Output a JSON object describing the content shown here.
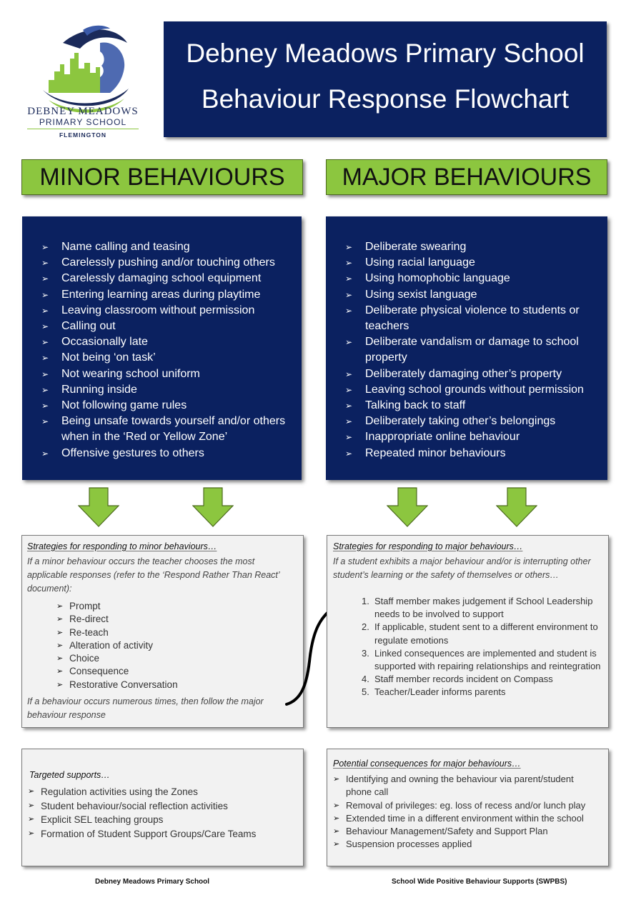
{
  "logo": {
    "line1": "DEBNEY MEADOWS",
    "line2": "PRIMARY SCHOOL",
    "line3": "FLEMINGTON"
  },
  "title": {
    "line1": "Debney Meadows Primary School",
    "line2": "Behaviour Response Flowchart"
  },
  "minor": {
    "heading": "MINOR BEHAVIOURS",
    "items": [
      "Name calling and teasing",
      "Carelessly pushing and/or touching others",
      "Carelessly damaging school equipment",
      "Entering learning areas during playtime",
      "Leaving classroom without permission",
      "Calling out",
      "Occasionally late",
      "Not being ‘on task’",
      "Not wearing school uniform",
      "Running inside",
      "Not following game rules",
      "Being unsafe towards yourself and/or others when in the ‘Red or Yellow Zone’",
      "Offensive gestures to others"
    ]
  },
  "major": {
    "heading": "MAJOR BEHAVIOURS",
    "items": [
      "Deliberate swearing",
      "Using racial language",
      "Using homophobic language",
      "Using sexist language",
      "Deliberate physical violence to students or teachers",
      "Deliberate vandalism or damage to school property",
      "Deliberately damaging other’s property",
      "Leaving school grounds without permission",
      "Talking back to staff",
      "Deliberately taking other’s belongings",
      "Inappropriate online behaviour",
      "Repeated minor behaviours"
    ]
  },
  "minor_strategies": {
    "title": "Strategies for responding to minor behaviours…",
    "intro": "If a minor behaviour occurs the teacher chooses the most applicable responses (refer to the ‘Respond Rather Than React’ document):",
    "items": [
      "Prompt",
      "Re-direct",
      "Re-teach",
      "Alteration of activity",
      "Choice",
      "Consequence",
      "Restorative Conversation"
    ],
    "outro": "If a behaviour occurs numerous times, then follow the major behaviour response"
  },
  "major_strategies": {
    "title": "Strategies for responding to major behaviours…",
    "intro": "If a student exhibits a major behaviour and/or is interrupting other student’s learning or the safety of themselves or others…",
    "items": [
      {
        "num": "1.",
        "text": "Staff member makes judgement if School Leadership needs to be involved to support"
      },
      {
        "num": "2.",
        "text": "If applicable, student sent to a different environment to regulate emotions"
      },
      {
        "num": "3.",
        "text": "Linked consequences are implemented and student is supported with repairing relationships and reintegration"
      },
      {
        "num": "4.",
        "text": "Staff member records incident on Compass"
      },
      {
        "num": "5.",
        "text": "Teacher/Leader informs parents"
      }
    ]
  },
  "targeted": {
    "title": "Targeted supports…",
    "items": [
      "Regulation activities using the Zones",
      "Student behaviour/social reflection activities",
      "Explicit SEL teaching groups",
      "Formation of Student Support Groups/Care Teams"
    ]
  },
  "consequences": {
    "title": "Potential consequences for major behaviours…",
    "items": [
      "Identifying and owning the behaviour via parent/student phone call",
      "Removal of privileges: eg. loss of recess and/or lunch play",
      "Extended time in a different environment within the school",
      "Behaviour Management/Safety and Support Plan",
      "Suspension processes applied"
    ]
  },
  "footer": {
    "left": "Debney Meadows Primary School",
    "right": "School Wide Positive Behaviour Supports (SWPBS)"
  },
  "colors": {
    "navy": "#0b2160",
    "green": "#8cc63f",
    "grey_box": "#f2f2f2"
  }
}
